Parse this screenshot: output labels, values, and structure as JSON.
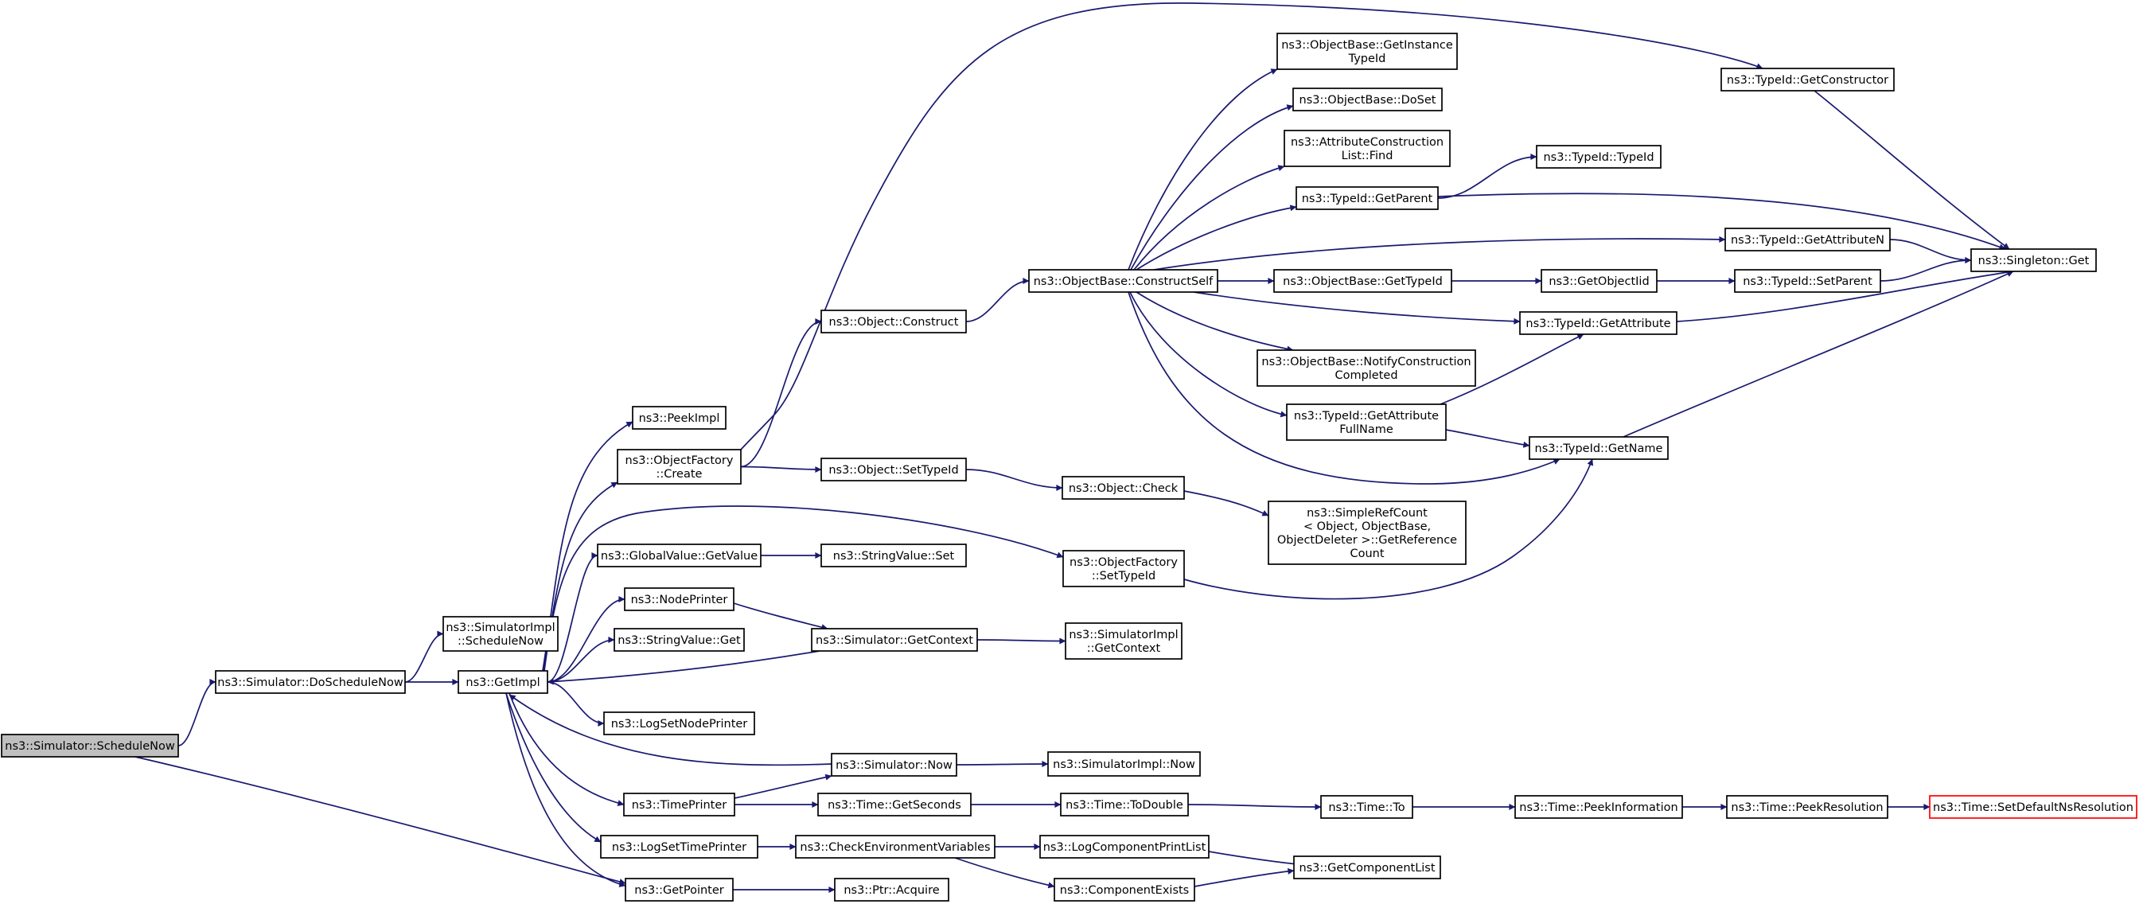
{
  "graph": {
    "nodes": [
      {
        "id": "schedule_now",
        "lines": [
          "ns3::Simulator::ScheduleNow"
        ],
        "style": "root"
      },
      {
        "id": "do_schedule_now",
        "lines": [
          "ns3::Simulator::DoScheduleNow"
        ]
      },
      {
        "id": "simimpl_schedule_now",
        "lines": [
          "ns3::SimulatorImpl",
          "::ScheduleNow"
        ]
      },
      {
        "id": "get_impl",
        "lines": [
          "ns3::GetImpl"
        ]
      },
      {
        "id": "peek_impl",
        "lines": [
          "ns3::PeekImpl"
        ]
      },
      {
        "id": "objfactory_create",
        "lines": [
          "ns3::ObjectFactory",
          "::Create"
        ]
      },
      {
        "id": "globalvalue_getvalue",
        "lines": [
          "ns3::GlobalValue::GetValue"
        ]
      },
      {
        "id": "node_printer",
        "lines": [
          "ns3::NodePrinter"
        ]
      },
      {
        "id": "stringvalue_get",
        "lines": [
          "ns3::StringValue::Get"
        ]
      },
      {
        "id": "log_set_node_printer",
        "lines": [
          "ns3::LogSetNodePrinter"
        ]
      },
      {
        "id": "time_printer",
        "lines": [
          "ns3::TimePrinter"
        ]
      },
      {
        "id": "log_set_time_printer",
        "lines": [
          "ns3::LogSetTimePrinter"
        ]
      },
      {
        "id": "get_pointer",
        "lines": [
          "ns3::GetPointer"
        ]
      },
      {
        "id": "object_construct",
        "lines": [
          "ns3::Object::Construct"
        ]
      },
      {
        "id": "object_settypeid",
        "lines": [
          "ns3::Object::SetTypeId"
        ]
      },
      {
        "id": "stringvalue_set",
        "lines": [
          "ns3::StringValue::Set"
        ]
      },
      {
        "id": "simulator_getcontext",
        "lines": [
          "ns3::Simulator::GetContext"
        ]
      },
      {
        "id": "simulator_now",
        "lines": [
          "ns3::Simulator::Now"
        ]
      },
      {
        "id": "time_getseconds",
        "lines": [
          "ns3::Time::GetSeconds"
        ]
      },
      {
        "id": "check_env_vars",
        "lines": [
          "ns3::CheckEnvironmentVariables"
        ]
      },
      {
        "id": "ptr_acquire",
        "lines": [
          "ns3::Ptr::Acquire"
        ]
      },
      {
        "id": "objbase_constructself",
        "lines": [
          "ns3::ObjectBase::ConstructSelf"
        ]
      },
      {
        "id": "object_check",
        "lines": [
          "ns3::Object::Check"
        ]
      },
      {
        "id": "objfactory_settypeid",
        "lines": [
          "ns3::ObjectFactory",
          "::SetTypeId"
        ]
      },
      {
        "id": "simimpl_getcontext",
        "lines": [
          "ns3::SimulatorImpl",
          "::GetContext"
        ]
      },
      {
        "id": "simimpl_now",
        "lines": [
          "ns3::SimulatorImpl::Now"
        ]
      },
      {
        "id": "time_todouble",
        "lines": [
          "ns3::Time::ToDouble"
        ]
      },
      {
        "id": "log_component_print_list",
        "lines": [
          "ns3::LogComponentPrintList"
        ]
      },
      {
        "id": "component_exists",
        "lines": [
          "ns3::ComponentExists"
        ]
      },
      {
        "id": "objbase_getinstancetypeid",
        "lines": [
          "ns3::ObjectBase::GetInstance",
          "TypeId"
        ]
      },
      {
        "id": "objbase_doset",
        "lines": [
          "ns3::ObjectBase::DoSet"
        ]
      },
      {
        "id": "attr_construction_list_find",
        "lines": [
          "ns3::AttributeConstruction",
          "List::Find"
        ]
      },
      {
        "id": "typeid_getparent",
        "lines": [
          "ns3::TypeId::GetParent"
        ]
      },
      {
        "id": "objbase_gettypeid",
        "lines": [
          "ns3::ObjectBase::GetTypeId"
        ]
      },
      {
        "id": "objbase_notifyconstructioncompleted",
        "lines": [
          "ns3::ObjectBase::NotifyConstruction",
          "Completed"
        ]
      },
      {
        "id": "typeid_getattributefullname",
        "lines": [
          "ns3::TypeId::GetAttribute",
          "FullName"
        ]
      },
      {
        "id": "simplerefcount_getreferencecount",
        "lines": [
          "ns3::SimpleRefCount",
          "< Object, ObjectBase,",
          "ObjectDeleter >::GetReference",
          "Count"
        ]
      },
      {
        "id": "time_to",
        "lines": [
          "ns3::Time::To"
        ]
      },
      {
        "id": "get_component_list",
        "lines": [
          "ns3::GetComponentList"
        ]
      },
      {
        "id": "typeid_getconstructor",
        "lines": [
          "ns3::TypeId::GetConstructor"
        ]
      },
      {
        "id": "typeid_typeid",
        "lines": [
          "ns3::TypeId::TypeId"
        ]
      },
      {
        "id": "typeid_getattributen",
        "lines": [
          "ns3::TypeId::GetAttributeN"
        ]
      },
      {
        "id": "get_object_iid",
        "lines": [
          "ns3::GetObjectIid"
        ]
      },
      {
        "id": "typeid_getattribute",
        "lines": [
          "ns3::TypeId::GetAttribute"
        ]
      },
      {
        "id": "typeid_getname",
        "lines": [
          "ns3::TypeId::GetName"
        ]
      },
      {
        "id": "time_peekinformation",
        "lines": [
          "ns3::Time::PeekInformation"
        ]
      },
      {
        "id": "typeid_setparent",
        "lines": [
          "ns3::TypeId::SetParent"
        ]
      },
      {
        "id": "singleton_get",
        "lines": [
          "ns3::Singleton::Get"
        ]
      },
      {
        "id": "time_peekresolution",
        "lines": [
          "ns3::Time::PeekResolution"
        ]
      },
      {
        "id": "time_setdefaultnsresolution",
        "lines": [
          "ns3::Time::SetDefaultNsResolution"
        ],
        "style": "red"
      }
    ],
    "edges": [
      {
        "from": "schedule_now",
        "to": "do_schedule_now"
      },
      {
        "from": "schedule_now",
        "to": "get_pointer"
      },
      {
        "from": "do_schedule_now",
        "to": "simimpl_schedule_now"
      },
      {
        "from": "do_schedule_now",
        "to": "get_impl"
      },
      {
        "from": "get_impl",
        "to": "peek_impl"
      },
      {
        "from": "get_impl",
        "to": "objfactory_create"
      },
      {
        "from": "get_impl",
        "to": "objfactory_settypeid"
      },
      {
        "from": "get_impl",
        "to": "globalvalue_getvalue"
      },
      {
        "from": "get_impl",
        "to": "node_printer"
      },
      {
        "from": "get_impl",
        "to": "stringvalue_get"
      },
      {
        "from": "get_impl",
        "to": "log_set_node_printer"
      },
      {
        "from": "get_impl",
        "to": "time_printer"
      },
      {
        "from": "get_impl",
        "to": "log_set_time_printer"
      },
      {
        "from": "get_impl",
        "to": "get_pointer"
      },
      {
        "from": "simulator_getcontext",
        "to": "get_impl"
      },
      {
        "from": "simulator_now",
        "to": "get_impl"
      },
      {
        "from": "objfactory_create",
        "to": "object_construct"
      },
      {
        "from": "objfactory_create",
        "to": "object_settypeid"
      },
      {
        "from": "objfactory_create",
        "to": "typeid_getconstructor"
      },
      {
        "from": "globalvalue_getvalue",
        "to": "stringvalue_set"
      },
      {
        "from": "node_printer",
        "to": "simulator_getcontext"
      },
      {
        "from": "time_printer",
        "to": "simulator_now"
      },
      {
        "from": "time_printer",
        "to": "time_getseconds"
      },
      {
        "from": "log_set_time_printer",
        "to": "check_env_vars"
      },
      {
        "from": "get_pointer",
        "to": "ptr_acquire"
      },
      {
        "from": "object_construct",
        "to": "objbase_constructself"
      },
      {
        "from": "object_settypeid",
        "to": "object_check"
      },
      {
        "from": "simulator_getcontext",
        "to": "simimpl_getcontext"
      },
      {
        "from": "simulator_now",
        "to": "simimpl_now"
      },
      {
        "from": "time_getseconds",
        "to": "time_todouble"
      },
      {
        "from": "check_env_vars",
        "to": "log_component_print_list"
      },
      {
        "from": "check_env_vars",
        "to": "component_exists"
      },
      {
        "from": "objbase_constructself",
        "to": "objbase_getinstancetypeid"
      },
      {
        "from": "objbase_constructself",
        "to": "objbase_doset"
      },
      {
        "from": "objbase_constructself",
        "to": "attr_construction_list_find"
      },
      {
        "from": "objbase_constructself",
        "to": "typeid_getparent"
      },
      {
        "from": "objbase_constructself",
        "to": "typeid_getattributen"
      },
      {
        "from": "objbase_constructself",
        "to": "objbase_gettypeid"
      },
      {
        "from": "objbase_constructself",
        "to": "typeid_getattribute"
      },
      {
        "from": "objbase_constructself",
        "to": "objbase_notifyconstructioncompleted"
      },
      {
        "from": "objbase_constructself",
        "to": "typeid_getattributefullname"
      },
      {
        "from": "objbase_constructself",
        "to": "typeid_getname"
      },
      {
        "from": "object_check",
        "to": "simplerefcount_getreferencecount"
      },
      {
        "from": "objfactory_settypeid",
        "to": "typeid_getname"
      },
      {
        "from": "time_todouble",
        "to": "time_to"
      },
      {
        "from": "log_component_print_list",
        "to": "get_component_list"
      },
      {
        "from": "component_exists",
        "to": "get_component_list"
      },
      {
        "from": "typeid_getparent",
        "to": "typeid_typeid"
      },
      {
        "from": "typeid_getparent",
        "to": "singleton_get"
      },
      {
        "from": "objbase_gettypeid",
        "to": "get_object_iid"
      },
      {
        "from": "typeid_getattributefullname",
        "to": "typeid_getattribute"
      },
      {
        "from": "typeid_getattributefullname",
        "to": "typeid_getname"
      },
      {
        "from": "time_to",
        "to": "time_peekinformation"
      },
      {
        "from": "typeid_getconstructor",
        "to": "singleton_get"
      },
      {
        "from": "typeid_getattributen",
        "to": "singleton_get"
      },
      {
        "from": "get_object_iid",
        "to": "typeid_setparent"
      },
      {
        "from": "typeid_getattribute",
        "to": "singleton_get"
      },
      {
        "from": "typeid_getname",
        "to": "singleton_get"
      },
      {
        "from": "time_peekinformation",
        "to": "time_peekresolution"
      },
      {
        "from": "typeid_setparent",
        "to": "singleton_get"
      },
      {
        "from": "time_peekresolution",
        "to": "time_setdefaultnsresolution"
      }
    ]
  }
}
